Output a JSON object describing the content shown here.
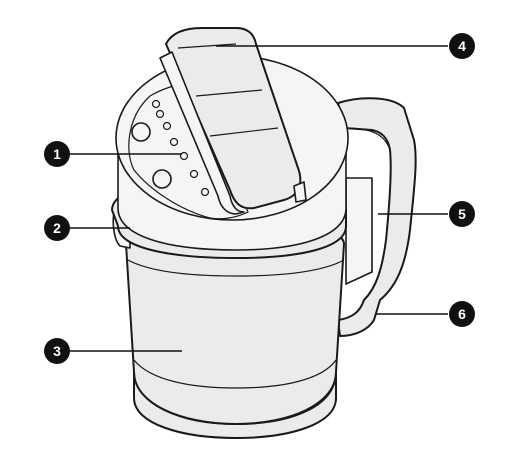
{
  "callouts": [
    {
      "id": "callout-1",
      "label": "1"
    },
    {
      "id": "callout-2",
      "label": "2"
    },
    {
      "id": "callout-3",
      "label": "3"
    },
    {
      "id": "callout-4",
      "label": "4"
    },
    {
      "id": "callout-5",
      "label": "5"
    },
    {
      "id": "callout-6",
      "label": "6"
    }
  ]
}
